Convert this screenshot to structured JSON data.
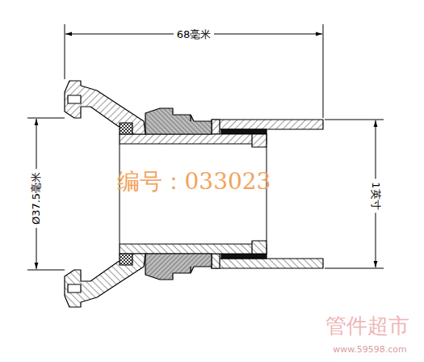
{
  "diagram": {
    "labels": [
      "68毫米",
      "Ø37.5毫米",
      "1英寸",
      "编号：033023",
      "管件超市",
      "www.59598.com"
    ]
  }
}
